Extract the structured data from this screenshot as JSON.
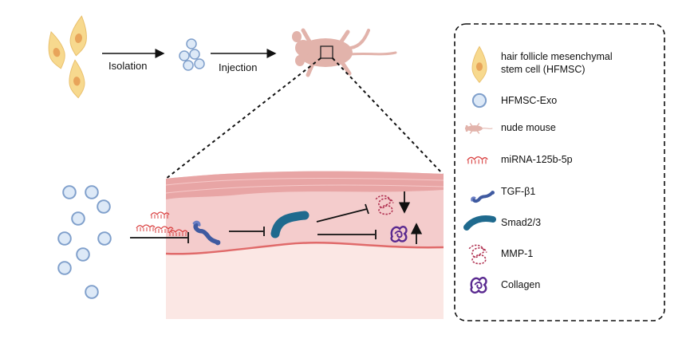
{
  "flow": {
    "isolation_label": "Isolation",
    "injection_label": "Injection"
  },
  "legend": {
    "items": [
      {
        "icon": "hfmsc-cell-icon",
        "line1": "hair follicle mesenchymal",
        "line2": "stem cell (HFMSC)"
      },
      {
        "icon": "exosome-icon",
        "line1": "HFMSC-Exo"
      },
      {
        "icon": "nude-mouse-icon",
        "line1": "nude mouse"
      },
      {
        "icon": "mirna-icon",
        "line1": "miRNA-125b-5p"
      },
      {
        "icon": "tgf-beta1-icon",
        "line1": "TGF-β1"
      },
      {
        "icon": "smad-icon",
        "line1": "Smad2/3"
      },
      {
        "icon": "mmp1-icon",
        "line1": "MMP-1"
      },
      {
        "icon": "collagen-icon",
        "line1": "Collagen"
      }
    ]
  },
  "colors": {
    "cell_fill": "#f7d98e",
    "cell_nucleus": "#e8a45a",
    "exosome_fill": "#dde9f7",
    "exosome_stroke": "#7f9fcb",
    "mouse": "#e2b3ab",
    "mirna": "#d94040",
    "tgf": "#3f5aa0",
    "smad": "#1f6a8e",
    "mmp": "#b03050",
    "collagen": "#5a2a90",
    "skin_top": "#e8a5a5",
    "skin_mid": "#f4cccc",
    "skin_low": "#fbe7e4"
  }
}
